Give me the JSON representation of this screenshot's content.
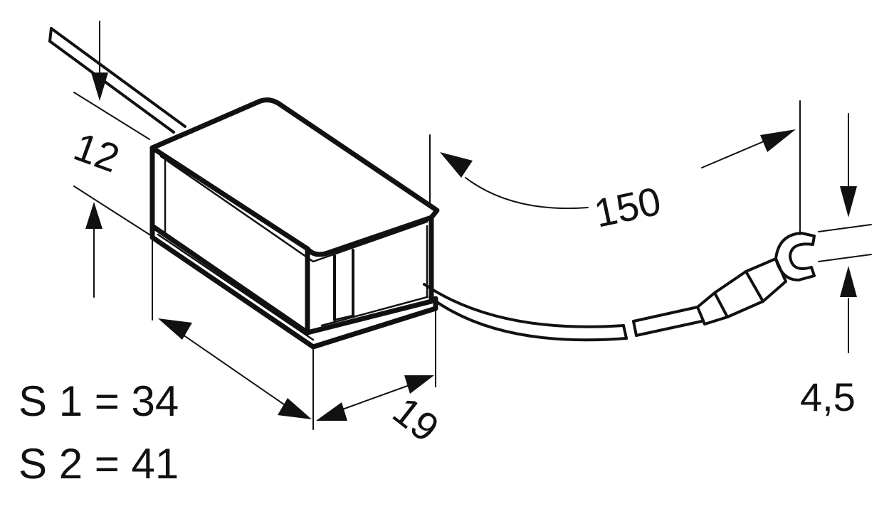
{
  "dimensions": {
    "height": "12",
    "width": "19",
    "cable_length": "150",
    "terminal_width": "4,5"
  },
  "size_variants": [
    {
      "label": "S 1",
      "value": "34"
    },
    {
      "label": "S 2",
      "value": "41"
    }
  ]
}
